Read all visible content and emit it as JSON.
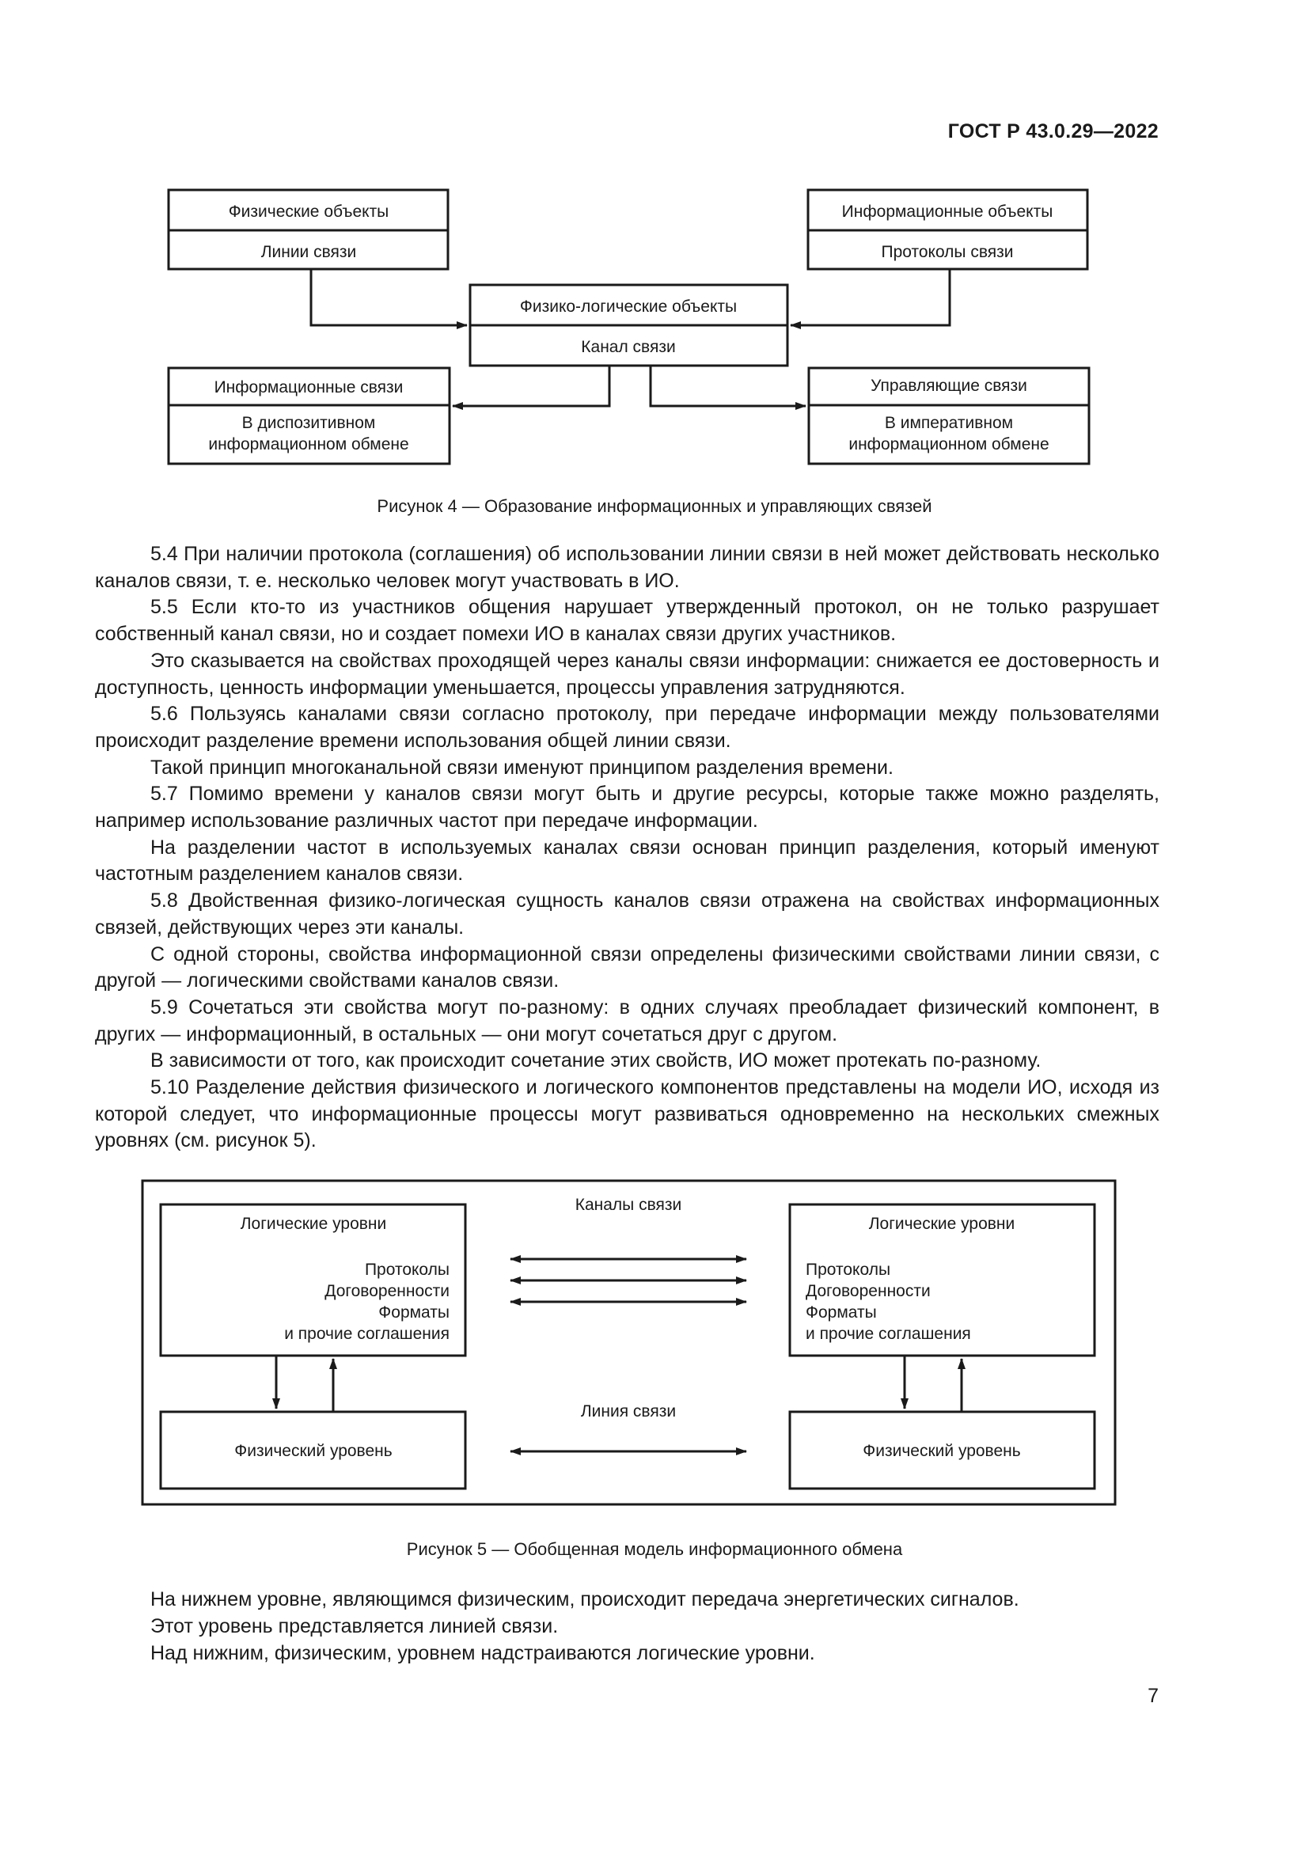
{
  "header": {
    "code": "ГОСТ Р 43.0.29—2022"
  },
  "figure4": {
    "phys_objects": "Физические объекты",
    "lines": "Линии связи",
    "info_objects": "Информационные объекты",
    "protocols": "Протоколы связи",
    "phys_log_objects": "Физико-логические объекты",
    "channel": "Канал связи",
    "info_links": "Информационные связи",
    "dispositive_1": "В диспозитивном",
    "dispositive_2": "информационном обмене",
    "control_links": "Управляющие связи",
    "imperative_1": "В императивном",
    "imperative_2": "информационном обмене",
    "caption": "Рисунок 4 — Образование информационных и управляющих связей"
  },
  "paragraphs": [
    "5.4 При наличии протокола (соглашения) об использовании линии связи в ней может действовать несколько каналов связи, т. е. несколько человек могут участвовать в ИО.",
    "5.5 Если кто-то из участников общения нарушает утвержденный протокол, он не только разрушает собственный канал связи, но и создает помехи ИО в каналах связи других участников.",
    "Это сказывается на свойствах проходящей через каналы связи информации: снижается ее до­стоверность и доступность, ценность информации уменьшается, процессы управления затрудняются.",
    "5.6 Пользуясь каналами связи согласно протоколу, при передаче информации между пользовате­лями происходит разделение времени использования общей линии связи.",
    "Такой принцип многоканальной связи именуют принципом разделения времени.",
    "5.7 Помимо времени у каналов связи могут быть и другие ресурсы, которые также можно разде­лять, например использование различных частот при передаче информации.",
    "На разделении частот в используемых каналах связи основан принцип разделения, который име­нуют частотным разделением каналов связи.",
    "5.8 Двойственная физико-логическая сущность каналов связи отражена на свойствах информа­ционных связей, действующих через эти каналы.",
    "С одной стороны, свойства информационной связи определены физическими свойствами линии связи, с другой — логическими свойствами каналов связи.",
    "5.9 Сочетаться эти свойства могут по-разному: в одних случаях преобладает физический компо­нент, в других — информационный, в остальных — они могут сочетаться друг с другом.",
    "В зависимости от того, как происходит сочетание этих свойств, ИО может протекать по-разному.",
    "5.10 Разделение действия физического и логического компонентов представлены на модели ИО, исходя из которой следует, что информационные процессы могут развиваться одновременно на не­скольких смежных уровнях (см. рисунок 5)."
  ],
  "figure5": {
    "channels": "Каналы связи",
    "left_title": "Логические уровни",
    "left_l1": "Протоколы",
    "left_l2": "Договоренности",
    "left_l3": "Форматы",
    "left_l4": "и прочие соглашения",
    "right_title": "Логические уровни",
    "right_l1": "Протоколы",
    "right_l2": "Договоренности",
    "right_l3": "Форматы",
    "right_l4": "и прочие соглашения",
    "line": "Линия связи",
    "left_phys": "Физический уровень",
    "right_phys": "Физический уровень",
    "caption": "Рисунок 5 — Обобщенная модель информационного обмена"
  },
  "tail": [
    "На нижнем уровне, являющимся физическим, происходит передача энергетических сигналов.",
    "Этот уровень представляется линией связи.",
    "Над нижним, физическим, уровнем надстраиваются логические уровни."
  ],
  "page_number": "7"
}
